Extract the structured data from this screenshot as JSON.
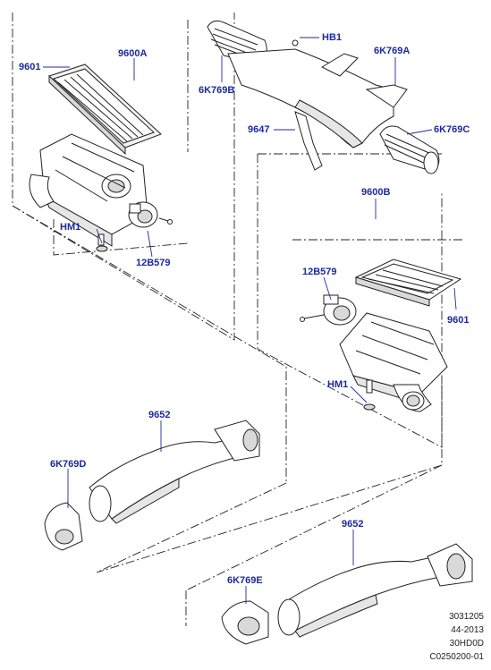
{
  "callouts": {
    "c9601_top": "9601",
    "c9600A": "9600A",
    "cHB1": "HB1",
    "c6K769A": "6K769A",
    "c6K769B": "6K769B",
    "c9647": "9647",
    "c6K769C": "6K769C",
    "cHM1_top": "HM1",
    "c12B579_top": "12B579",
    "c9600B": "9600B",
    "c12B579_right": "12B579",
    "c9601_right": "9601",
    "cHM1_right": "HM1",
    "c9652_top": "9652",
    "c6K769D": "6K769D",
    "c9652_bottom": "9652",
    "c6K769E": "6K769E"
  },
  "reference": {
    "line1": "3031205",
    "line2": "44-2013",
    "line3": "30HD0D",
    "line4": "C0250200-01"
  },
  "colors": {
    "callout": "#1c2a9c",
    "line": "#222222",
    "part_fill": "#ffffff",
    "part_shade": "#d9d9d9"
  }
}
